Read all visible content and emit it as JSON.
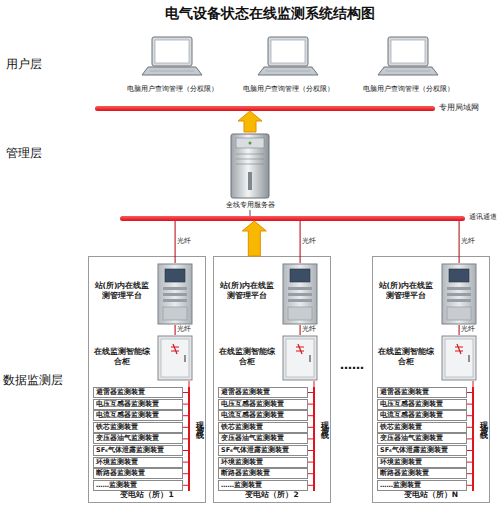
{
  "diagram": {
    "title": "电气设备状态在线监测系统结构图",
    "nodes": [
      {
        "text": [
          "电脑用户查询管理（分权限）"
        ]
      },
      {
        "text": [
          "电脑用户查询管理（分权限）"
        ]
      },
      {
        "text": [
          "电脑用户查询管理（分权限）"
        ]
      },
      {
        "text": [
          "专用局域网"
        ]
      },
      {
        "text": [
          "全线专用服务器"
        ]
      },
      {
        "text": [
          "通讯通道"
        ]
      },
      {
        "text": [
          "变电站（所）1"
        ]
      },
      {
        "text": [
          "站(所)内在线监测管理平台"
        ],
        "in": 6
      },
      {
        "text": [
          "在线监测智能综合柜"
        ],
        "in": 6
      },
      {
        "text": [
          "避雷器监测装置"
        ],
        "in": 6
      },
      {
        "text": [
          "电压互感器监测装置"
        ],
        "in": 6
      },
      {
        "text": [
          "电流互感器监测装置"
        ],
        "in": 6
      },
      {
        "text": [
          "铁芯监测装置"
        ],
        "in": 6
      },
      {
        "text": [
          "变压器油气监测装置"
        ],
        "in": 6
      },
      {
        "text": [
          "SF₆气体泄露监测装置"
        ],
        "in": 6
      },
      {
        "text": [
          "环境监测装置"
        ],
        "in": 6
      },
      {
        "text": [
          "断路器监测装置"
        ],
        "in": 6
      },
      {
        "text": [
          "……监测装置"
        ],
        "in": 6
      },
      {
        "text": [
          "现场总线"
        ],
        "in": 6
      },
      {
        "text": [
          "变电站（所）2"
        ]
      },
      {
        "text": [
          "站(所)内在线监测管理平台"
        ],
        "in": 19
      },
      {
        "text": [
          "在线监测智能综合柜"
        ],
        "in": 19
      },
      {
        "text": [
          "避雷器监测装置"
        ],
        "in": 19
      },
      {
        "text": [
          "电压互感器监测装置"
        ],
        "in": 19
      },
      {
        "text": [
          "电流互感器监测装置"
        ],
        "in": 19
      },
      {
        "text": [
          "铁芯监测装置"
        ],
        "in": 19
      },
      {
        "text": [
          "变压器油气监测装置"
        ],
        "in": 19
      },
      {
        "text": [
          "SF₆气体泄露监测装置"
        ],
        "in": 19
      },
      {
        "text": [
          "环境监测装置"
        ],
        "in": 19
      },
      {
        "text": [
          "断路器监测装置"
        ],
        "in": 19
      },
      {
        "text": [
          "……监测装置"
        ],
        "in": 19
      },
      {
        "text": [
          "现场总线"
        ],
        "in": 19
      },
      {
        "text": [
          "变电站（所）N"
        ]
      },
      {
        "text": [
          "站(所)内在线监测管理平台"
        ],
        "in": 32
      },
      {
        "text": [
          "在线监测智能综合柜"
        ],
        "in": 32
      },
      {
        "text": [
          "避雷器监测装置"
        ],
        "in": 32
      },
      {
        "text": [
          "电压互感器监测装置"
        ],
        "in": 32
      },
      {
        "text": [
          "电流互感器监测装置"
        ],
        "in": 32
      },
      {
        "text": [
          "铁芯监测装置"
        ],
        "in": 32
      },
      {
        "text": [
          "变压器油气监测装置"
        ],
        "in": 32
      },
      {
        "text": [
          "SF₆气体泄露监测装置"
        ],
        "in": 32
      },
      {
        "text": [
          "环境监测装置"
        ],
        "in": 32
      },
      {
        "text": [
          "断路器监测装置"
        ],
        "in": 32
      },
      {
        "text": [
          "……监测装置"
        ],
        "in": 32
      },
      {
        "text": [
          "现场总线"
        ],
        "in": 32
      }
    ],
    "edges": [
      {
        "from": 4,
        "to": 3,
        "arrow": "to"
      },
      {
        "from": 5,
        "to": 4,
        "arrow": "none"
      },
      {
        "from": 19,
        "to": 5,
        "arrow": "to"
      },
      {
        "from": 7,
        "to": 5,
        "arrow": "none",
        "label": "光纤"
      },
      {
        "from": 20,
        "to": 5,
        "arrow": "none",
        "label": "光纤"
      },
      {
        "from": 33,
        "to": 5,
        "arrow": "none",
        "label": "光纤"
      },
      {
        "from": 8,
        "to": 7,
        "arrow": "none",
        "label": "光纤"
      },
      {
        "from": 9,
        "to": 18,
        "arrow": "none"
      },
      {
        "from": 10,
        "to": 18,
        "arrow": "none"
      },
      {
        "from": 11,
        "to": 18,
        "arrow": "none"
      },
      {
        "from": 12,
        "to": 18,
        "arrow": "none"
      },
      {
        "from": 13,
        "to": 18,
        "arrow": "none"
      },
      {
        "from": 14,
        "to": 18,
        "arrow": "none"
      },
      {
        "from": 15,
        "to": 18,
        "arrow": "none"
      },
      {
        "from": 16,
        "to": 18,
        "arrow": "none"
      },
      {
        "from": 17,
        "to": 18,
        "arrow": "none"
      },
      {
        "from": 18,
        "to": 8,
        "arrow": "none"
      },
      {
        "from": 21,
        "to": 20,
        "arrow": "none",
        "label": "光纤"
      },
      {
        "from": 22,
        "to": 31,
        "arrow": "none"
      },
      {
        "from": 23,
        "to": 31,
        "arrow": "none"
      },
      {
        "from": 24,
        "to": 31,
        "arrow": "none"
      },
      {
        "from": 25,
        "to": 31,
        "arrow": "none"
      },
      {
        "from": 26,
        "to": 31,
        "arrow": "none"
      },
      {
        "from": 27,
        "to": 31,
        "arrow": "none"
      },
      {
        "from": 28,
        "to": 31,
        "arrow": "none"
      },
      {
        "from": 29,
        "to": 31,
        "arrow": "none"
      },
      {
        "from": 30,
        "to": 31,
        "arrow": "none"
      },
      {
        "from": 31,
        "to": 21,
        "arrow": "none"
      },
      {
        "from": 34,
        "to": 33,
        "arrow": "none",
        "label": "光纤"
      },
      {
        "from": 35,
        "to": 44,
        "arrow": "none"
      },
      {
        "from": 36,
        "to": 44,
        "arrow": "none"
      },
      {
        "from": 37,
        "to": 44,
        "arrow": "none"
      },
      {
        "from": 38,
        "to": 44,
        "arrow": "none"
      },
      {
        "from": 39,
        "to": 44,
        "arrow": "none"
      },
      {
        "from": 40,
        "to": 44,
        "arrow": "none"
      },
      {
        "from": 41,
        "to": 44,
        "arrow": "none"
      },
      {
        "from": 42,
        "to": 44,
        "arrow": "none"
      },
      {
        "from": 43,
        "to": 44,
        "arrow": "none"
      },
      {
        "from": 44,
        "to": 34,
        "arrow": "none"
      }
    ],
    "labels": [
      "用户层",
      "管理层",
      "数据监测层",
      "……"
    ]
  }
}
